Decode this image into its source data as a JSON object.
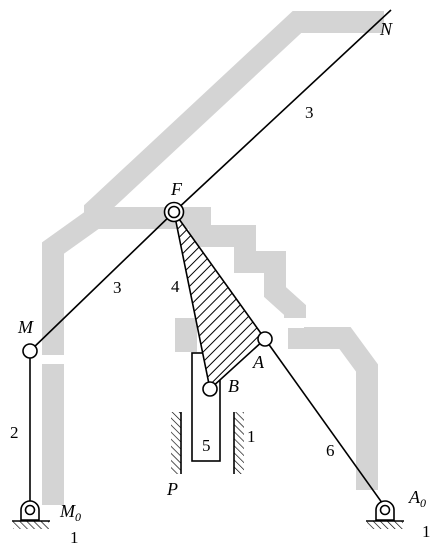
{
  "labels": {
    "N": "N",
    "F": "F",
    "M": "M",
    "A": "A",
    "B": "B",
    "P": "P",
    "M0_base": "M",
    "M0_sub": "0",
    "A0_base": "A",
    "A0_sub": "0",
    "num_3_upper": "3",
    "num_3_lower": "3",
    "num_4": "4",
    "num_2": "2",
    "num_5": "5",
    "num_1_slider": "1",
    "num_6": "6",
    "num_1_left_ground": "1",
    "num_1_right_ground": "1"
  }
}
